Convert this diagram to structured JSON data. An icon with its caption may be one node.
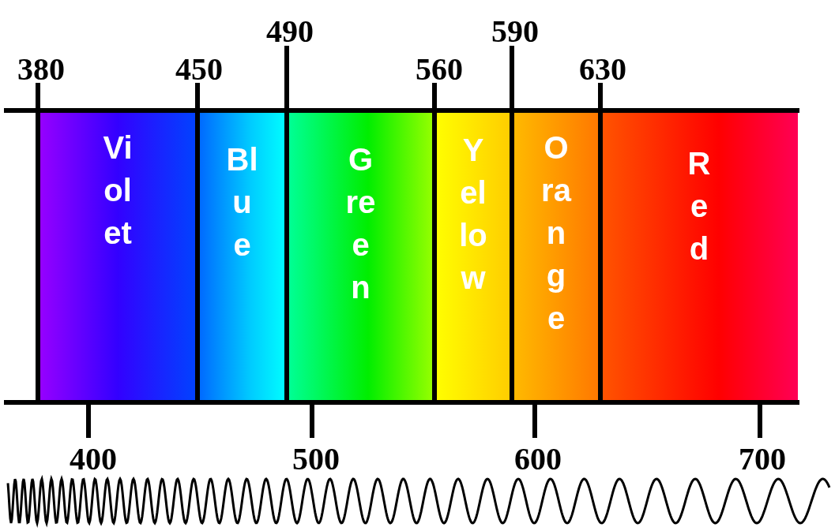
{
  "diagram": {
    "nodes": [
      {
        "text": [
          "Violet"
        ]
      },
      {
        "text": [
          "Blue"
        ]
      },
      {
        "text": [
          "Green"
        ]
      },
      {
        "text": [
          "Yellow"
        ]
      },
      {
        "text": [
          "Orange"
        ]
      },
      {
        "text": [
          "Red"
        ]
      }
    ],
    "labels": [
      "380",
      "450",
      "490",
      "560",
      "590",
      "630",
      "400",
      "500",
      "600",
      "700"
    ]
  }
}
